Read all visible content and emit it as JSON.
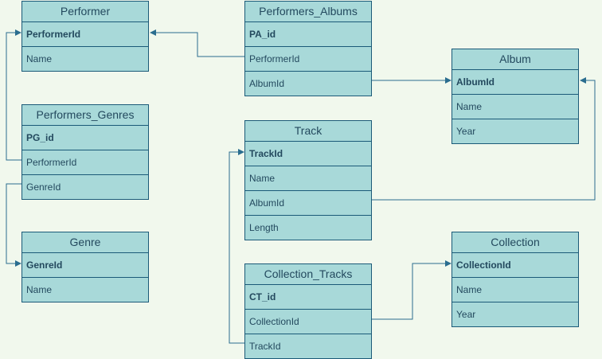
{
  "colors": {
    "background": "#f1f8ed",
    "entity_fill": "#a8d9d9",
    "entity_border": "#1b5a78",
    "text": "#23495e",
    "edge": "#2a6d8f"
  },
  "entities": {
    "performer": {
      "title": "Performer",
      "fields": [
        {
          "name": "PerformerId",
          "pk": true
        },
        {
          "name": "Name",
          "pk": false
        }
      ]
    },
    "performers_albums": {
      "title": "Performers_Albums",
      "fields": [
        {
          "name": "PA_id",
          "pk": true
        },
        {
          "name": "PerformerId",
          "pk": false
        },
        {
          "name": "AlbumId",
          "pk": false
        }
      ]
    },
    "album": {
      "title": "Album",
      "fields": [
        {
          "name": "AlbumId",
          "pk": true
        },
        {
          "name": "Name",
          "pk": false
        },
        {
          "name": "Year",
          "pk": false
        }
      ]
    },
    "performers_genres": {
      "title": "Performers_Genres",
      "fields": [
        {
          "name": "PG_id",
          "pk": true
        },
        {
          "name": "PerformerId",
          "pk": false
        },
        {
          "name": "GenreId",
          "pk": false
        }
      ]
    },
    "track": {
      "title": "Track",
      "fields": [
        {
          "name": "TrackId",
          "pk": true
        },
        {
          "name": "Name",
          "pk": false
        },
        {
          "name": "AlbumId",
          "pk": false
        },
        {
          "name": "Length",
          "pk": false
        }
      ]
    },
    "genre": {
      "title": "Genre",
      "fields": [
        {
          "name": "GenreId",
          "pk": true
        },
        {
          "name": "Name",
          "pk": false
        }
      ]
    },
    "collection_tracks": {
      "title": "Collection_Tracks",
      "fields": [
        {
          "name": "CT_id",
          "pk": true
        },
        {
          "name": "CollectionId",
          "pk": false
        },
        {
          "name": "TrackId",
          "pk": false
        }
      ]
    },
    "collection": {
      "title": "Collection",
      "fields": [
        {
          "name": "CollectionId",
          "pk": true
        },
        {
          "name": "Name",
          "pk": false
        },
        {
          "name": "Year",
          "pk": false
        }
      ]
    }
  }
}
